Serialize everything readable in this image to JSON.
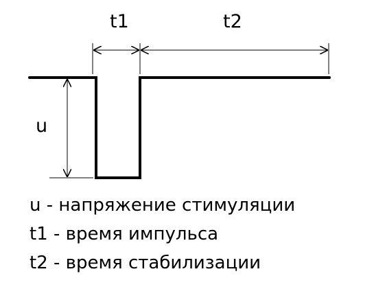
{
  "labels": {
    "amplitude": "u",
    "pulse_duration": "t1",
    "stabilization_duration": "t2"
  },
  "legend": [
    "u - напряжение стимуляции",
    "t1 - время импульса",
    "t2 - время стабилизации"
  ],
  "colors": {
    "line": "#000000",
    "background": "#ffffff"
  }
}
